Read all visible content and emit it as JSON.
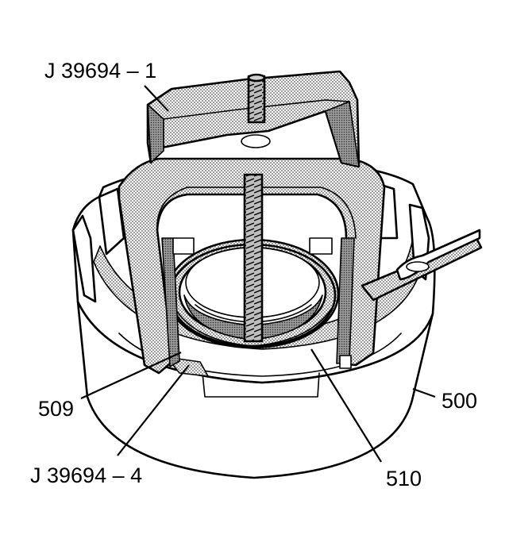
{
  "labels": {
    "tool_1": "J 39694 – 1",
    "tool_4": "J 39694 – 4",
    "part_509": "509",
    "part_510": "510",
    "part_500": "500"
  },
  "colors": {
    "ink": "#000000",
    "paper": "#ffffff",
    "screen_light": "#c9c9c9",
    "screen_mid": "#a9a9a9",
    "screen_dark": "#8a8a8a"
  }
}
